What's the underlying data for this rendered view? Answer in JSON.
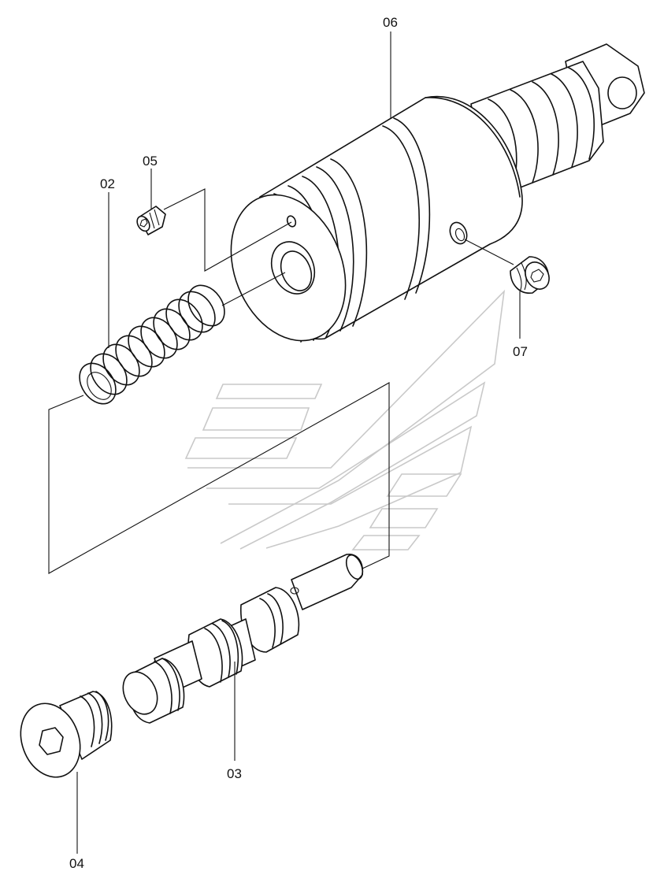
{
  "labels": {
    "p06": "06",
    "p05": "05",
    "p02": "02",
    "p07": "07",
    "p03": "03",
    "p04": "04"
  },
  "colors": {
    "line": "#111111",
    "watermark": "#c9c9c9",
    "background": "#ffffff"
  }
}
